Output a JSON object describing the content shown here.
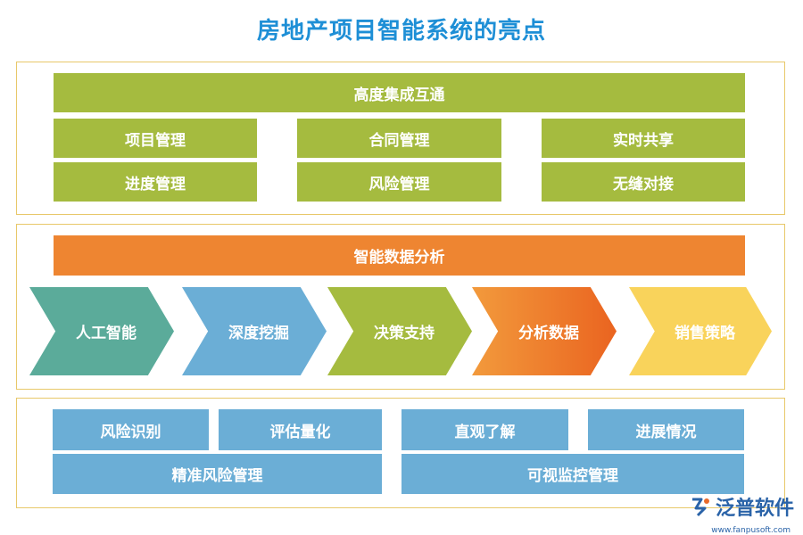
{
  "title": "房地产项目智能系统的亮点",
  "section1": {
    "header": "高度集成互通",
    "items": [
      "项目管理",
      "合同管理",
      "实时共享",
      "进度管理",
      "风险管理",
      "无缝对接"
    ]
  },
  "section2": {
    "header": "智能数据分析",
    "steps": [
      "人工智能",
      "深度挖掘",
      "决策支持",
      "分析数据",
      "销售策略"
    ]
  },
  "section3": {
    "items": [
      "风险识别",
      "评估量化",
      "直观了解",
      "进展情况"
    ],
    "wide": [
      "精准风险管理",
      "可视监控管理"
    ]
  },
  "logo": {
    "name": "泛普软件",
    "url": "www.fanpusoft.com"
  },
  "colors": {
    "green": "#a5bb3f",
    "orange": "#ee8531",
    "blue": "#6baed6",
    "teal": "#5bab9a",
    "yellow": "#f9d35b",
    "title": "#1e8fd6"
  }
}
